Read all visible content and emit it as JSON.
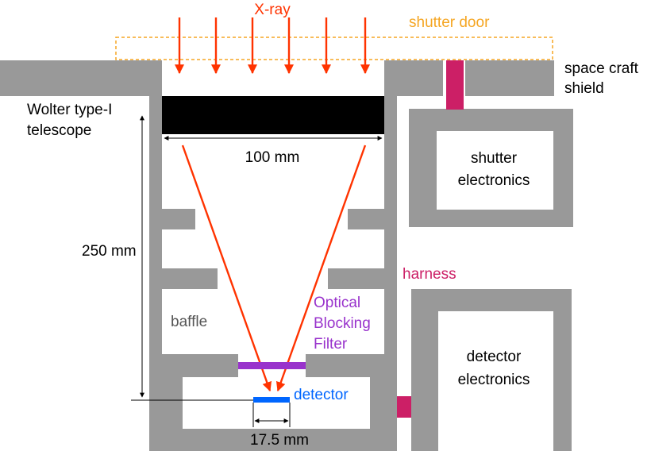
{
  "labels": {
    "xray": "X-ray",
    "shutter_door": "shutter door",
    "spacecraft_shield_line1": "space craft",
    "spacecraft_shield_line2": "shield",
    "telescope_line1": "Wolter type-I",
    "telescope_line2": "telescope",
    "aperture_dim": "100 mm",
    "shutter_electronics_line1": "shutter",
    "shutter_electronics_line2": "electronics",
    "length_dim": "250 mm",
    "harness": "harness",
    "filter_line1": "Optical",
    "filter_line2": "Blocking",
    "filter_line3": "Filter",
    "baffle": "baffle",
    "detector_electronics_line1": "detector",
    "detector_electronics_line2": "electronics",
    "detector": "detector",
    "detector_dim": "17.5 mm"
  },
  "colors": {
    "structure": "#999999",
    "telescope": "#000000",
    "xray": "#ff3300",
    "shutter_door": "#f5a623",
    "harness": "#cc1f66",
    "filter": "#9933cc",
    "detector": "#0066ff",
    "text": "#000000",
    "baffle_text": "#555555"
  }
}
